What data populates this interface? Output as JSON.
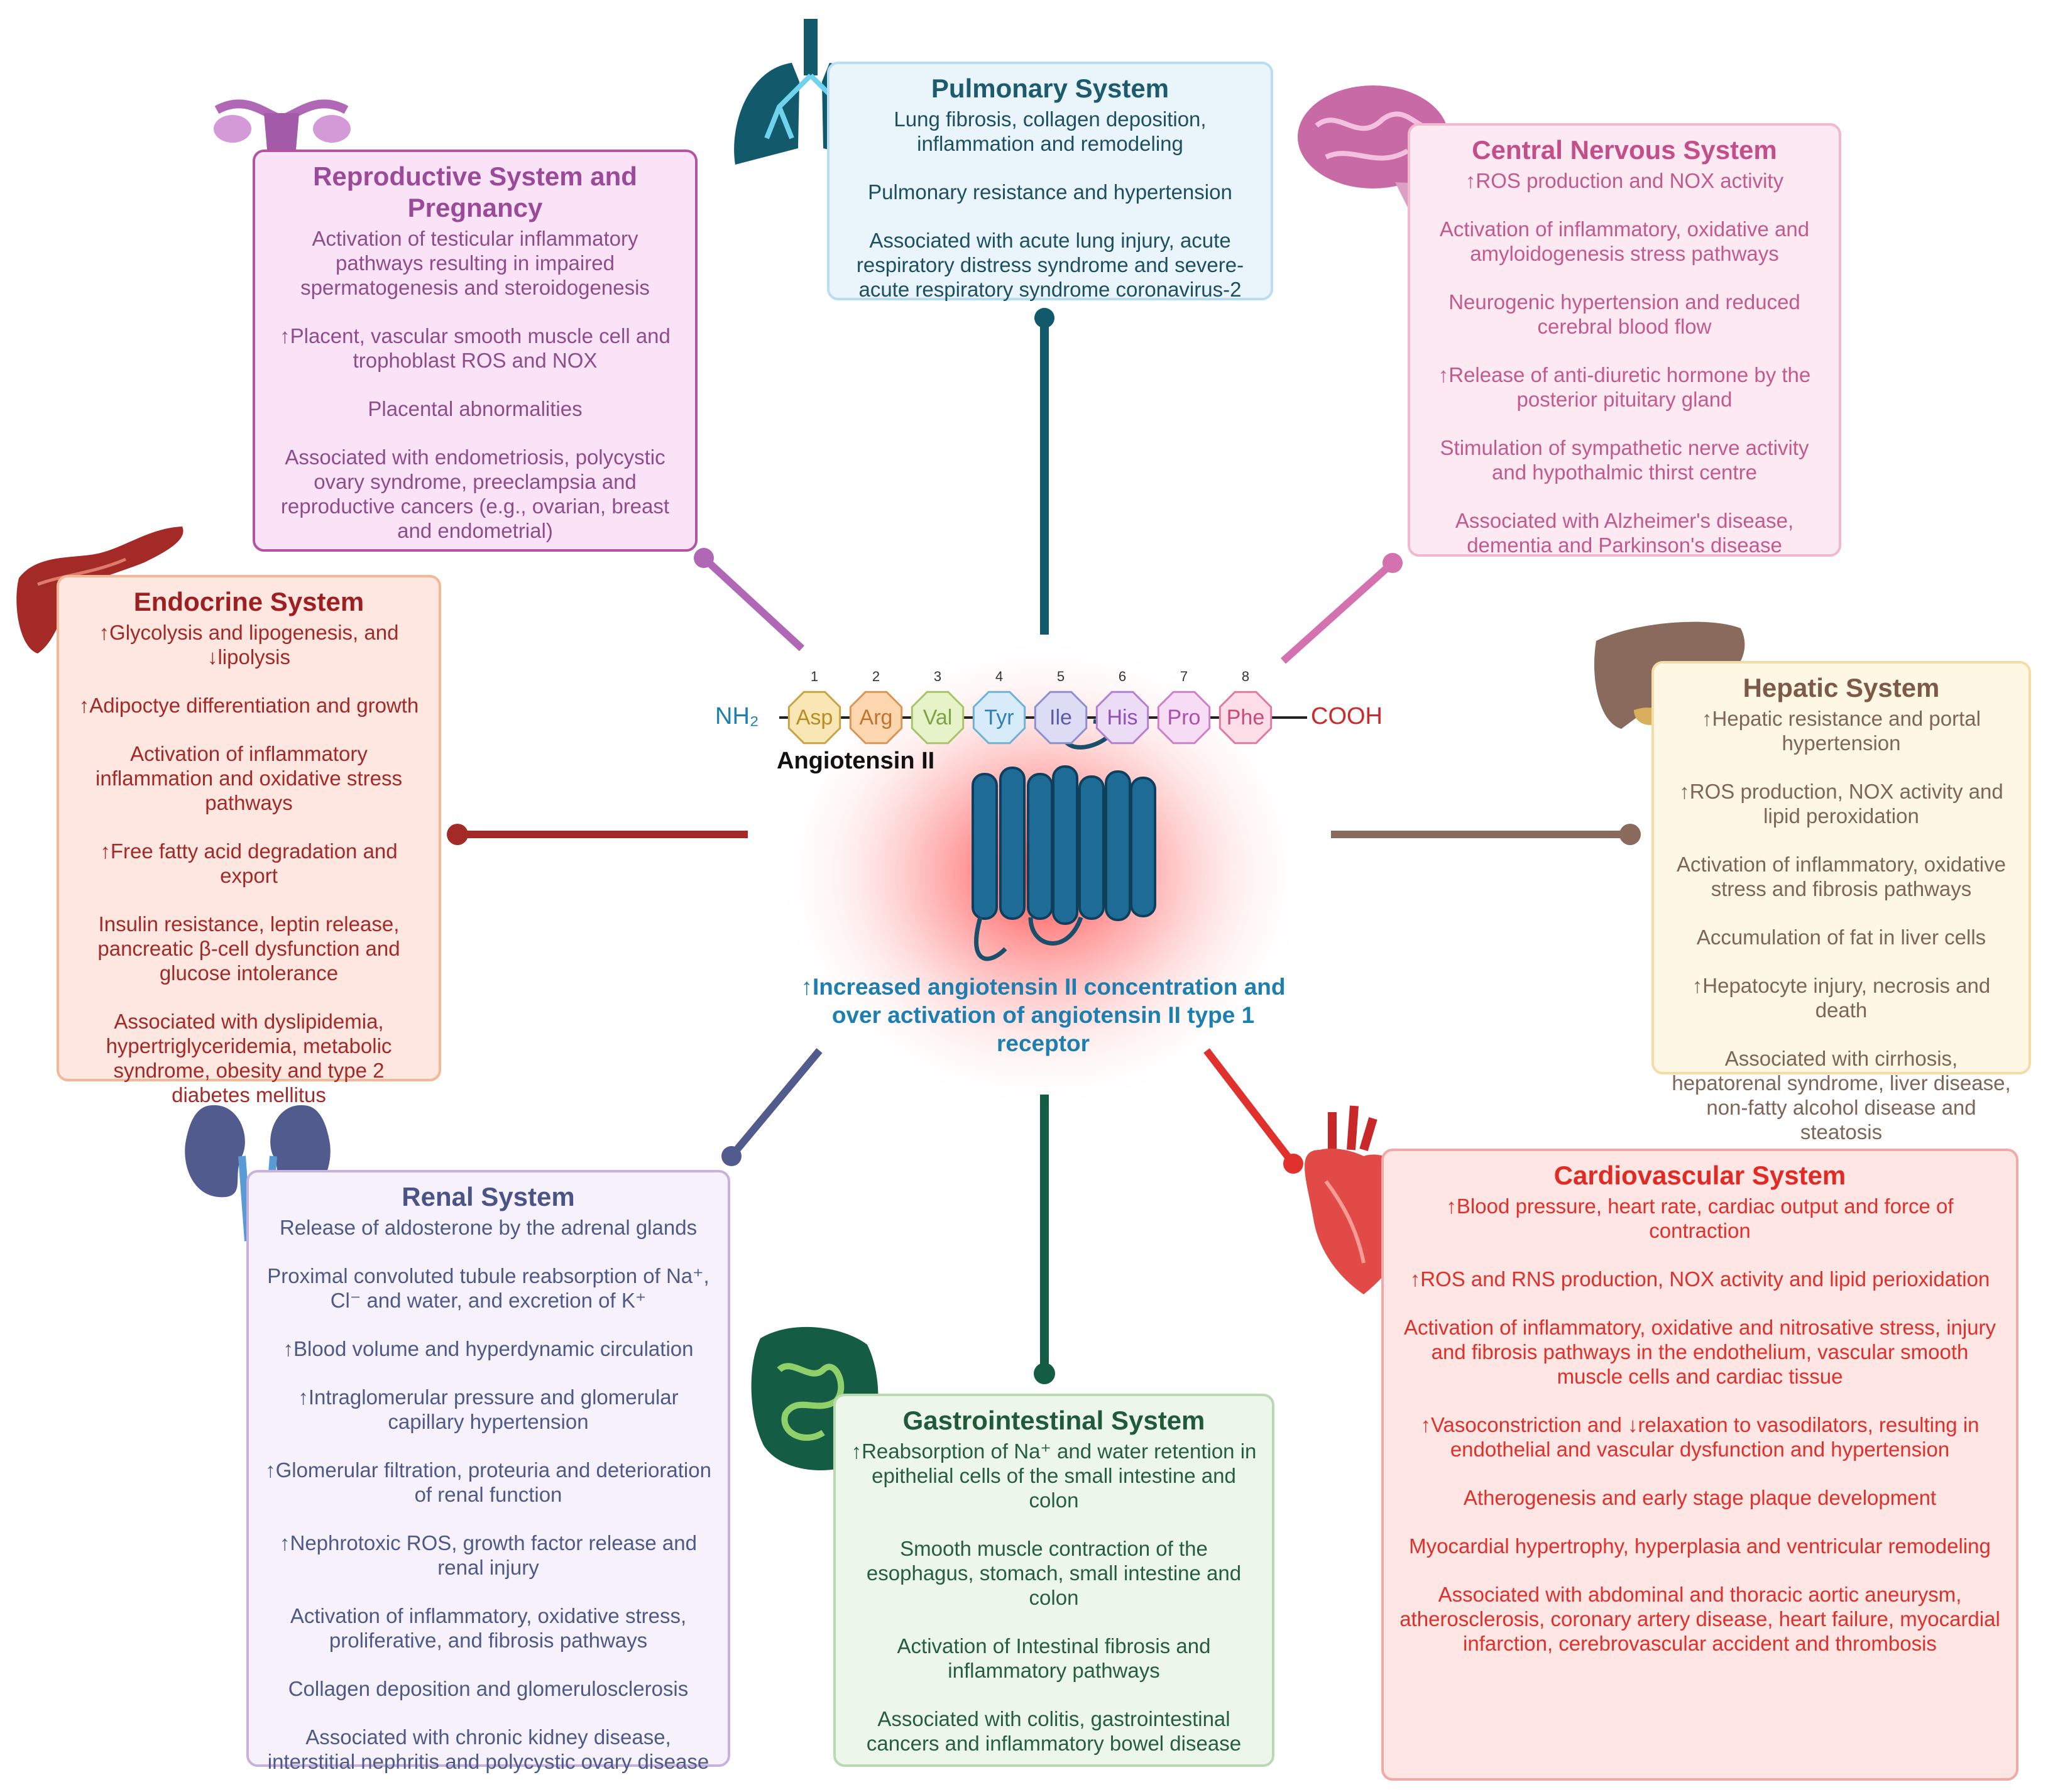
{
  "center": {
    "peptide_name": "Angiotensin II",
    "n_terminal": "NH₂",
    "c_terminal": "COOH",
    "residues": [
      {
        "num": "1",
        "code": "Asp",
        "fill": "#f8e6b4",
        "stroke": "#c9a445",
        "text": "#b88d24"
      },
      {
        "num": "2",
        "code": "Arg",
        "fill": "#fbd6ae",
        "stroke": "#d99656",
        "text": "#c27330"
      },
      {
        "num": "3",
        "code": "Val",
        "fill": "#e6f2c8",
        "stroke": "#a6c56a",
        "text": "#7fa342"
      },
      {
        "num": "4",
        "code": "Tyr",
        "fill": "#d7ecf8",
        "stroke": "#6fb2d8",
        "text": "#2f7fb3"
      },
      {
        "num": "5",
        "code": "Ile",
        "fill": "#dcdcf5",
        "stroke": "#8f8fcf",
        "text": "#5a5aa8"
      },
      {
        "num": "6",
        "code": "His",
        "fill": "#ecdcf5",
        "stroke": "#b37fd1",
        "text": "#9050b5"
      },
      {
        "num": "7",
        "code": "Pro",
        "fill": "#f7dcf5",
        "stroke": "#cf7fc8",
        "text": "#b04fa8"
      },
      {
        "num": "8",
        "code": "Phe",
        "fill": "#fcdde8",
        "stroke": "#e07aa0",
        "text": "#cc4a7a"
      }
    ],
    "statement": "↑Increased angiotensin II concentration and over activation of angiotensin II type 1 receptor"
  },
  "colors": {
    "pulmonary": "#12596b",
    "cns": "#d472b0",
    "repro": "#b067b6",
    "endo": "#a32a26",
    "hepatic": "#8a6a5c",
    "renal": "#525b8e",
    "gi": "#155c44",
    "cardio": "#e0312c",
    "receptor": "#1e6b96"
  },
  "systems": {
    "pulmonary": {
      "title": "Pulmonary System",
      "items": [
        "Lung fibrosis, collagen deposition, inflammation and remodeling",
        "Pulmonary resistance and hypertension",
        "Associated with acute lung injury, acute respiratory distress syndrome and severe-acute respiratory syndrome coronavirus-2"
      ]
    },
    "cns": {
      "title": "Central Nervous System",
      "items": [
        "↑ROS production and NOX activity",
        "Activation of inflammatory, oxidative and amyloidogenesis stress pathways",
        "Neurogenic hypertension and reduced cerebral blood flow",
        "↑Release of anti-diuretic hormone by the posterior pituitary gland",
        "Stimulation of sympathetic nerve activity and hypothalmic thirst centre",
        "Associated with Alzheimer's disease, dementia and Parkinson's disease"
      ]
    },
    "repro": {
      "title": "Reproductive System and Pregnancy",
      "items": [
        "Activation of testicular inflammatory pathways resulting in impaired spermatogenesis and steroidogenesis",
        "↑Placent, vascular smooth muscle cell and trophoblast ROS and NOX",
        "Placental abnormalities",
        "Associated with endometriosis, polycystic ovary syndrome, preeclampsia and reproductive cancers (e.g., ovarian, breast and endometrial)"
      ]
    },
    "endo": {
      "title": "Endocrine System",
      "items": [
        "↑Glycolysis and lipogenesis, and ↓lipolysis",
        "↑Adipoctye differentiation and growth",
        "Activation of inflammatory inflammation and oxidative stress pathways",
        "↑Free fatty acid degradation and export",
        "Insulin resistance, leptin release, pancreatic β-cell dysfunction and glucose intolerance",
        "Associated with dyslipidemia, hypertriglyceridemia, metabolic syndrome, obesity and type 2 diabetes mellitus"
      ]
    },
    "hepatic": {
      "title": "Hepatic System",
      "items": [
        "↑Hepatic resistance and portal hypertension",
        "↑ROS production, NOX activity and lipid peroxidation",
        "Activation of inflammatory, oxidative stress and fibrosis pathways",
        "Accumulation of fat in liver cells",
        "↑Hepatocyte injury, necrosis and death",
        "Associated with cirrhosis, hepatorenal syndrome, liver disease, non-fatty alcohol disease and steatosis"
      ]
    },
    "renal": {
      "title": "Renal System",
      "items": [
        "Release of aldosterone by the adrenal glands",
        "Proximal convoluted tubule  reabsorption of Na⁺, Cl⁻ and water, and excretion of K⁺",
        "↑Blood volume and hyperdynamic circulation",
        "↑Intraglomerular pressure and glomerular capillary hypertension",
        "↑Glomerular filtration, proteuria and deterioration of renal function",
        "↑Nephrotoxic ROS, growth factor release and renal injury",
        "Activation of inflammatory, oxidative stress, proliferative, and fibrosis pathways",
        "Collagen deposition and glomerulosclerosis",
        "Associated with chronic kidney disease, interstitial nephritis and polycystic ovary disease"
      ]
    },
    "gi": {
      "title": "Gastrointestinal System",
      "items": [
        "↑Reabsorption of  Na⁺ and water retention in epithelial cells of the small intestine and colon",
        "Smooth muscle contraction of the esophagus, stomach, small intestine and colon",
        "Activation of Intestinal fibrosis and inflammatory pathways",
        "Associated with colitis, gastrointestinal cancers and inflammatory bowel disease"
      ]
    },
    "cardio": {
      "title": "Cardiovascular System",
      "items": [
        "↑Blood pressure, heart rate, cardiac output and force of contraction",
        "↑ROS and RNS production, NOX activity and lipid perioxidation",
        "Activation of inflammatory, oxidative and nitrosative stress, injury and fibrosis pathways in the endothelium, vascular smooth muscle cells and cardiac tissue",
        "↑Vasoconstriction and ↓relaxation to vasodilators, resulting in endothelial and vascular dysfunction and hypertension",
        "Atherogenesis and early stage plaque development",
        "Myocardial hypertrophy, hyperplasia and ventricular remodeling",
        "Associated with abdominal and thoracic aortic aneurysm, atherosclerosis, coronary artery disease, heart failure,  myocardial infarction, cerebrovascular accident and thrombosis"
      ]
    }
  }
}
